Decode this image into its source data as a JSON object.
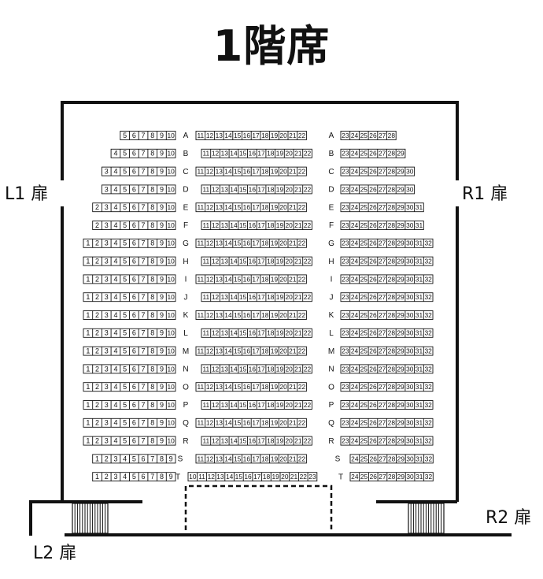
{
  "title": "1階席",
  "doors": {
    "L1": "L1 扉",
    "R1": "R1 扉",
    "L2": "L2 扉",
    "R2": "R2 扉"
  },
  "blocks": {
    "left": [
      {
        "row": "A",
        "start": 5,
        "end": 10
      },
      {
        "row": "B",
        "start": 4,
        "end": 10
      },
      {
        "row": "C",
        "start": 3,
        "end": 10
      },
      {
        "row": "D",
        "start": 3,
        "end": 10
      },
      {
        "row": "E",
        "start": 2,
        "end": 10
      },
      {
        "row": "F",
        "start": 2,
        "end": 10
      },
      {
        "row": "G",
        "start": 1,
        "end": 10
      },
      {
        "row": "H",
        "start": 1,
        "end": 10
      },
      {
        "row": "I",
        "start": 1,
        "end": 10
      },
      {
        "row": "J",
        "start": 1,
        "end": 10
      },
      {
        "row": "K",
        "start": 1,
        "end": 10
      },
      {
        "row": "L",
        "start": 1,
        "end": 10
      },
      {
        "row": "M",
        "start": 1,
        "end": 10
      },
      {
        "row": "N",
        "start": 1,
        "end": 10
      },
      {
        "row": "O",
        "start": 1,
        "end": 10
      },
      {
        "row": "P",
        "start": 1,
        "end": 10
      },
      {
        "row": "Q",
        "start": 1,
        "end": 10
      },
      {
        "row": "R",
        "start": 1,
        "end": 10
      },
      {
        "row": "S",
        "start": 1,
        "end": 9
      },
      {
        "row": "T",
        "start": 1,
        "end": 9
      }
    ],
    "center": [
      {
        "row": "A",
        "start": 11,
        "end": 22
      },
      {
        "row": "B",
        "start": 11,
        "end": 22
      },
      {
        "row": "C",
        "start": 11,
        "end": 22
      },
      {
        "row": "D",
        "start": 11,
        "end": 22
      },
      {
        "row": "E",
        "start": 11,
        "end": 22
      },
      {
        "row": "F",
        "start": 11,
        "end": 22
      },
      {
        "row": "G",
        "start": 11,
        "end": 22
      },
      {
        "row": "H",
        "start": 11,
        "end": 22
      },
      {
        "row": "I",
        "start": 11,
        "end": 22
      },
      {
        "row": "J",
        "start": 11,
        "end": 22
      },
      {
        "row": "K",
        "start": 11,
        "end": 22
      },
      {
        "row": "L",
        "start": 11,
        "end": 22
      },
      {
        "row": "M",
        "start": 11,
        "end": 22
      },
      {
        "row": "N",
        "start": 11,
        "end": 22
      },
      {
        "row": "O",
        "start": 11,
        "end": 22
      },
      {
        "row": "P",
        "start": 11,
        "end": 22
      },
      {
        "row": "Q",
        "start": 11,
        "end": 22
      },
      {
        "row": "R",
        "start": 11,
        "end": 22
      },
      {
        "row": "S",
        "start": 11,
        "end": 22
      },
      {
        "row": "T",
        "start": 10,
        "end": 23
      }
    ],
    "right": [
      {
        "row": "A",
        "start": 23,
        "end": 28
      },
      {
        "row": "B",
        "start": 23,
        "end": 29
      },
      {
        "row": "C",
        "start": 23,
        "end": 30
      },
      {
        "row": "D",
        "start": 23,
        "end": 30
      },
      {
        "row": "E",
        "start": 23,
        "end": 31
      },
      {
        "row": "F",
        "start": 23,
        "end": 31
      },
      {
        "row": "G",
        "start": 23,
        "end": 32
      },
      {
        "row": "H",
        "start": 23,
        "end": 32
      },
      {
        "row": "I",
        "start": 23,
        "end": 32
      },
      {
        "row": "J",
        "start": 23,
        "end": 32
      },
      {
        "row": "K",
        "start": 23,
        "end": 32
      },
      {
        "row": "L",
        "start": 23,
        "end": 32
      },
      {
        "row": "M",
        "start": 23,
        "end": 32
      },
      {
        "row": "N",
        "start": 23,
        "end": 32
      },
      {
        "row": "O",
        "start": 23,
        "end": 32
      },
      {
        "row": "P",
        "start": 23,
        "end": 32
      },
      {
        "row": "Q",
        "start": 23,
        "end": 32
      },
      {
        "row": "R",
        "start": 23,
        "end": 32
      },
      {
        "row": "S",
        "start": 24,
        "end": 32
      },
      {
        "row": "T",
        "start": 24,
        "end": 32
      }
    ]
  }
}
